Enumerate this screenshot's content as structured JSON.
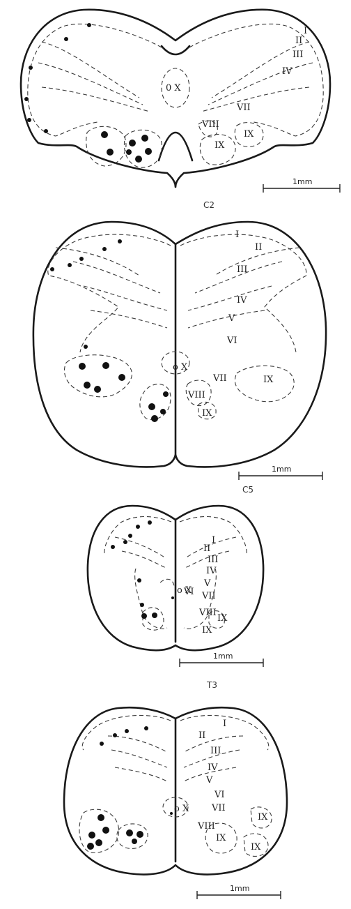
{
  "sections": [
    {
      "id": "c2",
      "label": "C2",
      "scale_label": "1mm",
      "laminae": [
        "I",
        "II",
        "III",
        "IV",
        "VII",
        "VIII",
        "IX",
        "IX"
      ],
      "canal_label": "0 X"
    },
    {
      "id": "c5",
      "label": "C5",
      "scale_label": "1mm",
      "laminae": [
        "I",
        "II",
        "III",
        "IV",
        "V",
        "VI",
        "VII",
        "VIII",
        "IX",
        "IX"
      ],
      "canal_label": "o X"
    },
    {
      "id": "t3",
      "label": "T3",
      "scale_label": "1mm",
      "laminae": [
        "I",
        "II",
        "III",
        "IV",
        "V",
        "VI",
        "VII",
        "VIII",
        "IX",
        "IX"
      ],
      "canal_label": "o X"
    },
    {
      "id": "l",
      "label": "",
      "scale_label": "1mm",
      "laminae": [
        "I",
        "II",
        "III",
        "IV",
        "V",
        "VI",
        "VII",
        "VIII",
        "IX",
        "IX",
        "IX"
      ],
      "canal_label": "o X"
    }
  ]
}
